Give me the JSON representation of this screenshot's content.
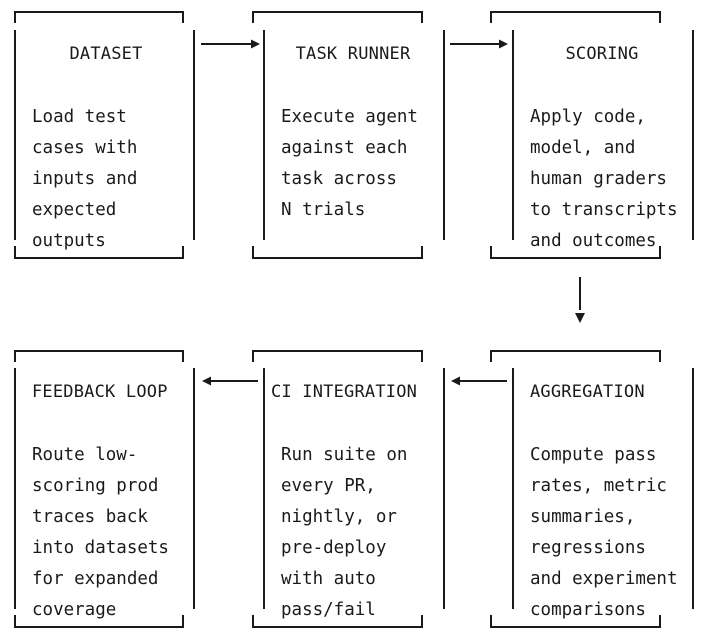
{
  "stages": [
    {
      "id": "dataset",
      "title": "DATASET",
      "lines": [
        "Load test",
        "cases with",
        "inputs and",
        "expected",
        "outputs"
      ]
    },
    {
      "id": "task-runner",
      "title": "TASK RUNNER",
      "lines": [
        "Execute agent",
        "against each",
        "task across",
        "N trials"
      ]
    },
    {
      "id": "scoring",
      "title": "SCORING",
      "lines": [
        "Apply code,",
        "model, and",
        "human graders",
        "to transcripts",
        "and outcomes"
      ]
    },
    {
      "id": "aggregation",
      "title": "AGGREGATION",
      "lines": [
        "Compute pass",
        "rates, metric",
        "summaries,",
        "regressions",
        "and experiment",
        "comparisons"
      ]
    },
    {
      "id": "ci-integration",
      "title": "CI INTEGRATION",
      "lines": [
        "Run suite on",
        "every PR,",
        "nightly, or",
        "pre-deploy",
        "with auto",
        "pass/fail"
      ]
    },
    {
      "id": "feedback-loop",
      "title": "FEEDBACK LOOP",
      "lines": [
        "Route low-",
        "scoring prod",
        "traces back",
        "into datasets",
        "for expanded",
        "coverage"
      ]
    }
  ],
  "arrows": [
    {
      "from": "dataset",
      "to": "task-runner"
    },
    {
      "from": "task-runner",
      "to": "scoring"
    },
    {
      "from": "scoring",
      "to": "aggregation"
    },
    {
      "from": "aggregation",
      "to": "ci-integration"
    },
    {
      "from": "ci-integration",
      "to": "feedback-loop"
    }
  ]
}
